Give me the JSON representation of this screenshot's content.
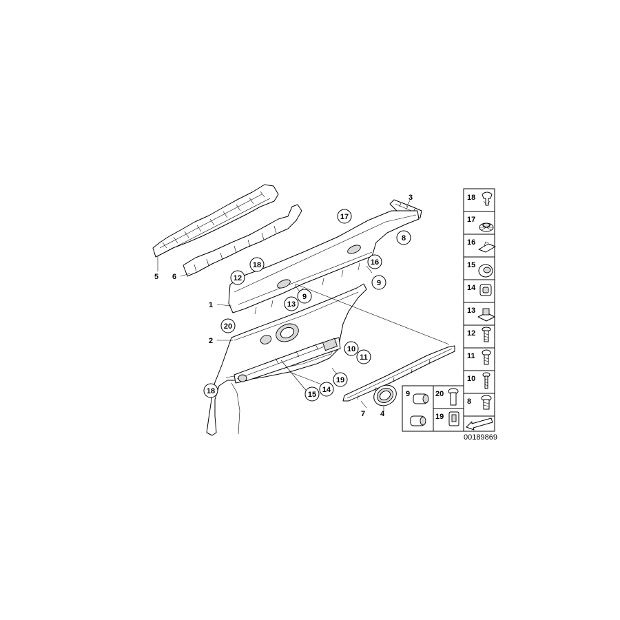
{
  "diagram": {
    "callouts": {
      "c1": "1",
      "c2": "2",
      "c3": "3",
      "c4": "4",
      "c5": "5",
      "c6": "6",
      "c7": "7",
      "c8": "8",
      "c9a": "9",
      "c9b": "9",
      "c10": "10",
      "c11": "11",
      "c12": "12",
      "c13": "13",
      "c14": "14",
      "c15": "15",
      "c16": "16",
      "c17": "17",
      "c18a": "18",
      "c18b": "18",
      "c19": "19",
      "c20": "20"
    },
    "legend": {
      "r18": "18",
      "r17": "17",
      "r16": "16",
      "r15": "15",
      "r14": "14",
      "r13": "13",
      "r12": "12",
      "r11": "11",
      "r10": "10",
      "r8": "8",
      "b9": "9",
      "b20": "20",
      "b19": "19"
    },
    "image_id": "00189869"
  }
}
